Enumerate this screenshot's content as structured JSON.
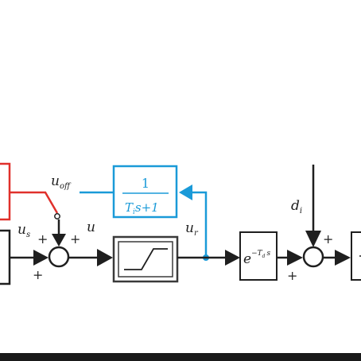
{
  "labels": {
    "u_off": "u",
    "u_off_sub": "off",
    "u_s": "u",
    "u_s_sub": "s",
    "u": "u",
    "u_r": "u",
    "u_r_sub": "r",
    "d_i": "d",
    "d_i_sub": "i"
  },
  "filter_block": {
    "numerator": "1",
    "den_T": "T",
    "den_sub": "i",
    "den_rest": "s+1"
  },
  "delay_block": {
    "base": "e",
    "exp_minus": "−T",
    "exp_sub": "d",
    "exp_s": "s"
  },
  "signs": {
    "sum1_top_left": "+",
    "sum1_top_right": "+",
    "sum1_bottom": "+",
    "sum2_top": "+",
    "sum2_bottom": "+"
  },
  "colors": {
    "red": "#e0302b",
    "blue": "#1a9ad8",
    "black": "#1f1f1f",
    "gray": "#3a3a3a"
  }
}
